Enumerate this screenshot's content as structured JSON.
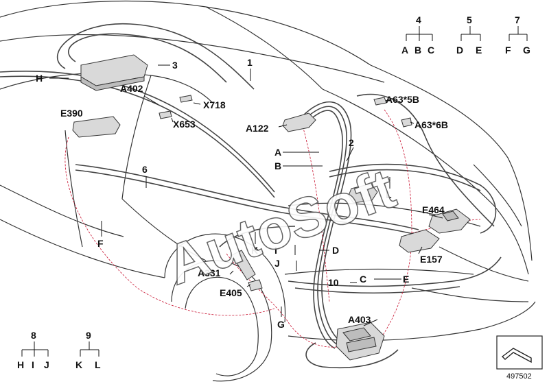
{
  "watermark": "AutoSoft",
  "part_number": "497502",
  "callouts": {
    "n1": "1",
    "n2": "2",
    "n3": "3",
    "n6": "6",
    "n10": "10",
    "A402": "A402",
    "X718": "X718",
    "X653": "X653",
    "E390": "E390",
    "A122": "A122",
    "A63_5B": "A63*5B",
    "A63_6B": "A63*6B",
    "E464": "E464",
    "E157": "E157",
    "A331": "A331",
    "E405": "E405",
    "A403": "A403",
    "H": "H",
    "A": "A",
    "B": "B",
    "L": "L",
    "F": "F",
    "K": "K",
    "I": "I",
    "J": "J",
    "D": "D",
    "C": "C",
    "E": "E",
    "G": "G"
  },
  "legend": {
    "g4": {
      "num": "4",
      "items": [
        "A",
        "B",
        "C"
      ]
    },
    "g5": {
      "num": "5",
      "items": [
        "D",
        "E"
      ]
    },
    "g7": {
      "num": "7",
      "items": [
        "F",
        "G"
      ]
    },
    "g8": {
      "num": "8",
      "items": [
        "H",
        "I",
        "J"
      ]
    },
    "g9": {
      "num": "9",
      "items": [
        "K",
        "L"
      ]
    }
  }
}
